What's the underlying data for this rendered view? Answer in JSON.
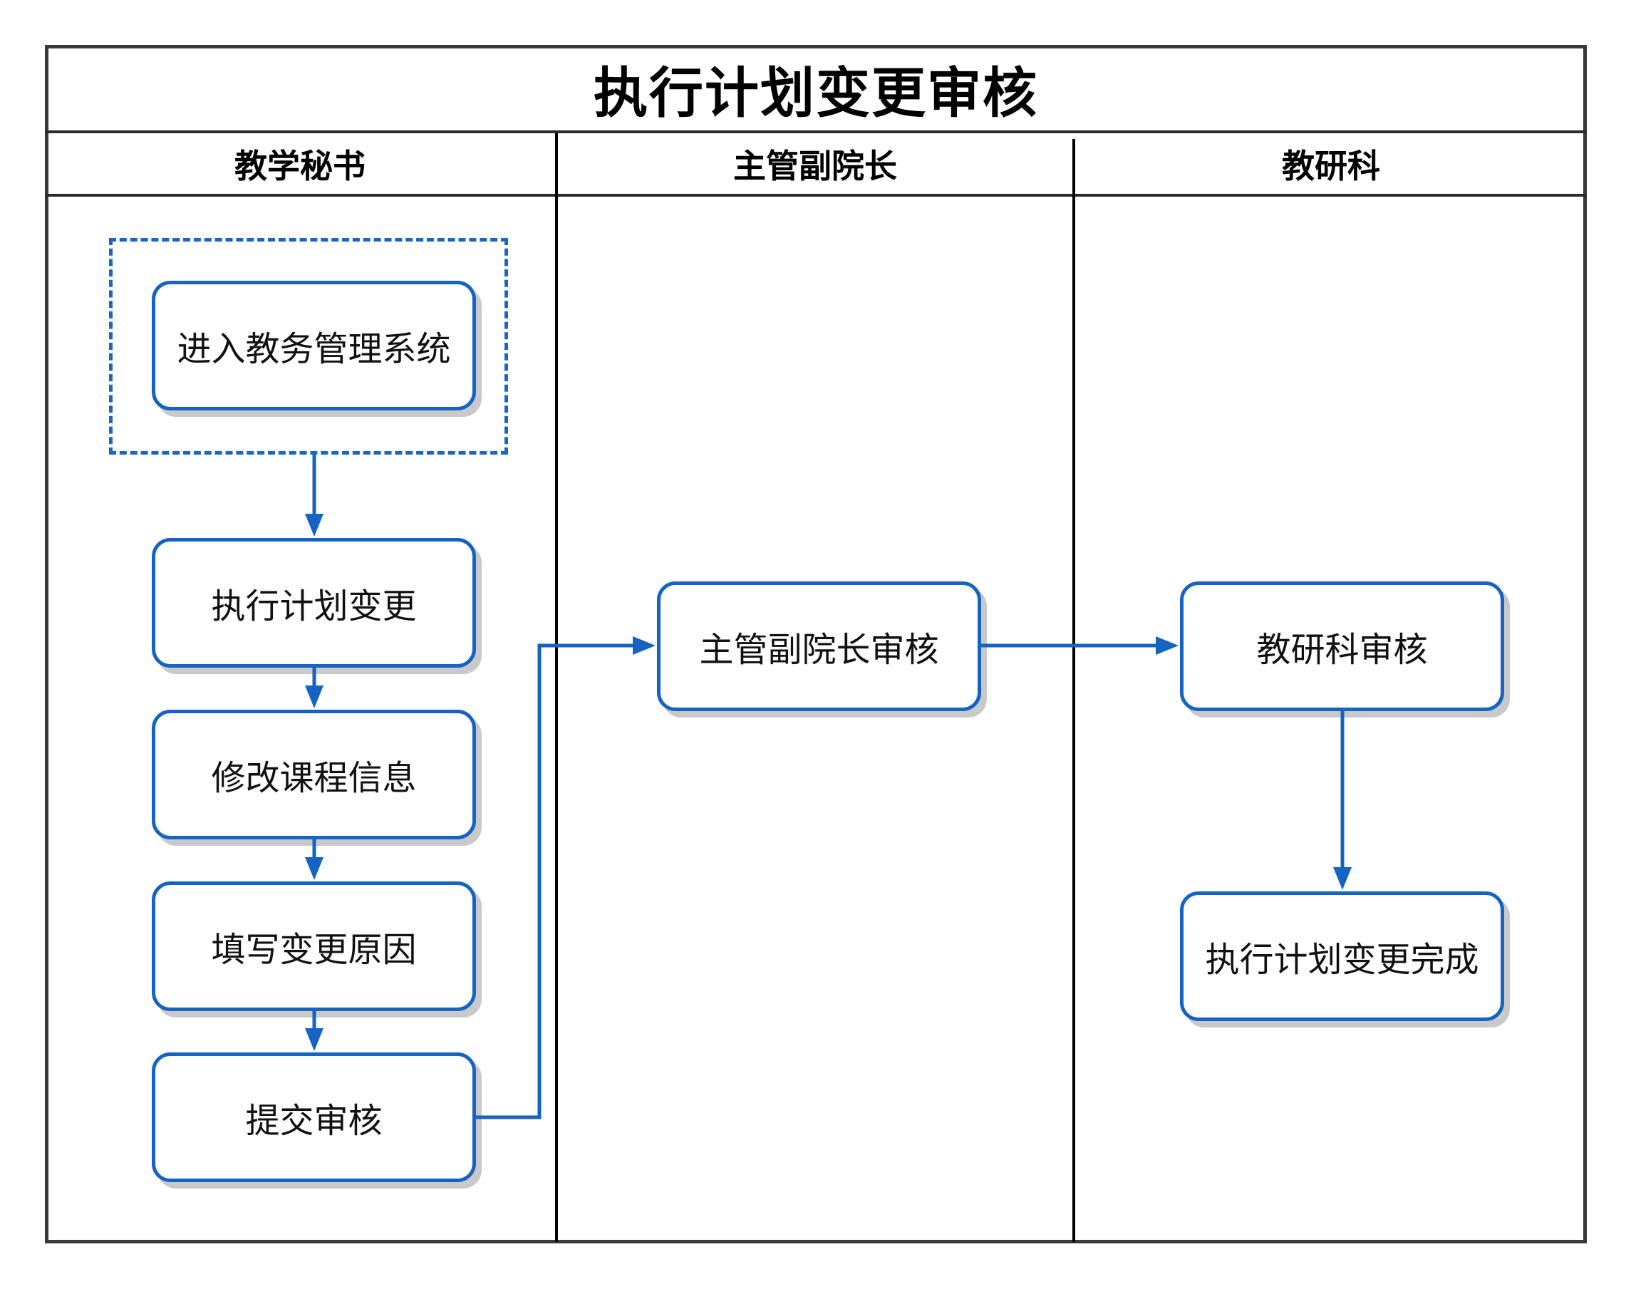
{
  "title": "执行计划变更审核",
  "lanes": [
    {
      "label": "教学秘书"
    },
    {
      "label": "主管副院长"
    },
    {
      "label": "教研科"
    }
  ],
  "nodes": {
    "enter_system": "进入教务管理系统",
    "execute_change": "执行计划变更",
    "modify_course": "修改课程信息",
    "fill_reason": "填写变更原因",
    "submit_review": "提交审核",
    "vp_review": "主管副院长审核",
    "research_review": "教研科审核",
    "change_complete": "执行计划变更完成"
  },
  "colors": {
    "accent": "#1563c2",
    "border": "#3a3a3a",
    "shadow": "#c9c9c9"
  }
}
